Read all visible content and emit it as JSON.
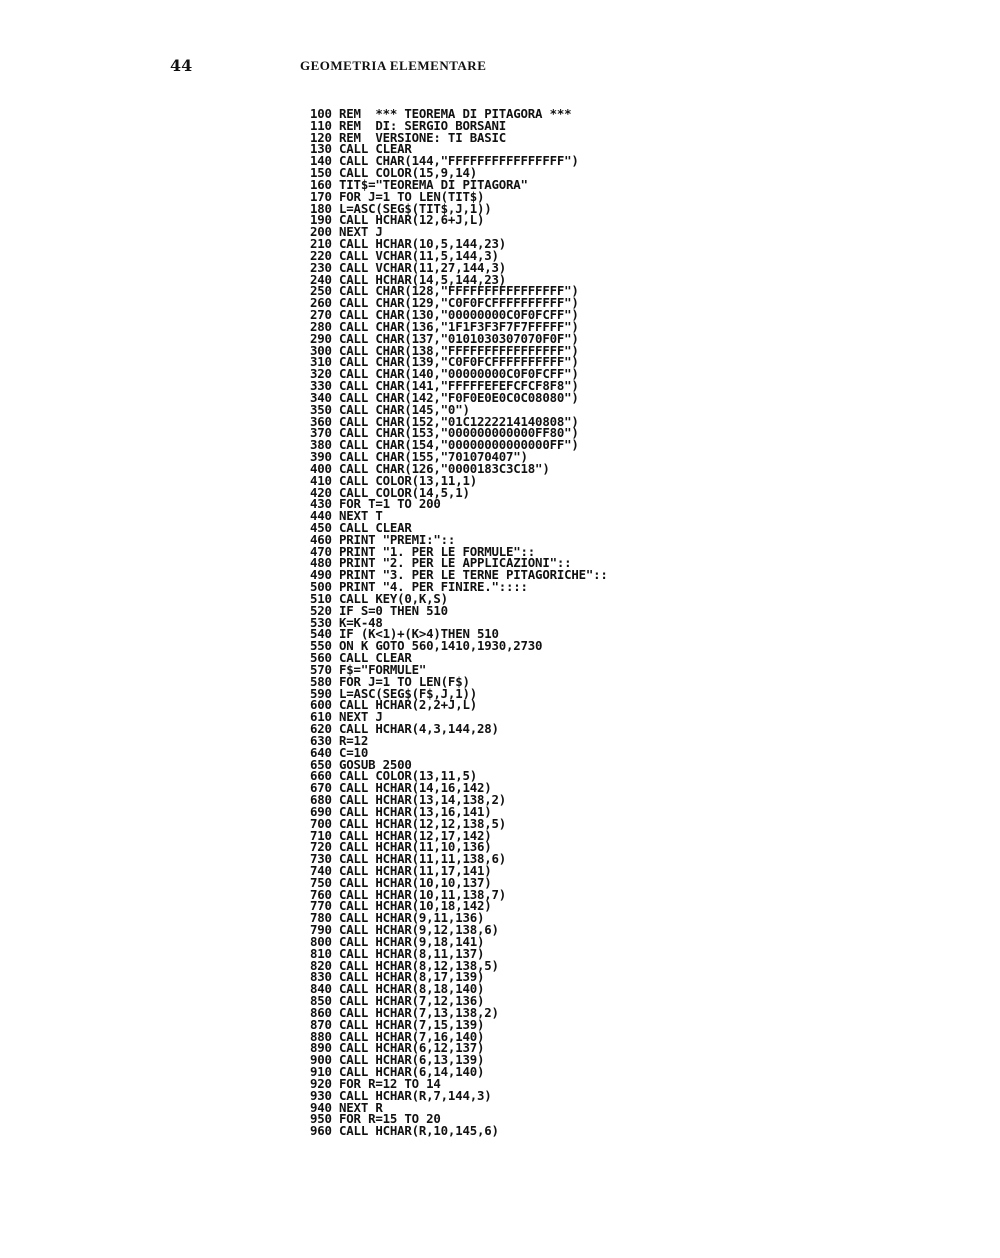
{
  "header": {
    "page_number": "44",
    "running_title": "GEOMETRIA ELEMENTARE"
  },
  "listing": [
    "100 REM  *** TEOREMA DI PITAGORA ***",
    "110 REM  DI: SERGIO BORSANI",
    "120 REM  VERSIONE: TI BASIC",
    "130 CALL CLEAR",
    "140 CALL CHAR(144,\"FFFFFFFFFFFFFFFF\")",
    "150 CALL COLOR(15,9,14)",
    "160 TIT$=\"TEOREMA DI PITAGORA\"",
    "170 FOR J=1 TO LEN(TIT$)",
    "180 L=ASC(SEG$(TIT$,J,1))",
    "190 CALL HCHAR(12,6+J,L)",
    "200 NEXT J",
    "210 CALL HCHAR(10,5,144,23)",
    "220 CALL VCHAR(11,5,144,3)",
    "230 CALL VCHAR(11,27,144,3)",
    "240 CALL HCHAR(14,5,144,23)",
    "250 CALL CHAR(128,\"FFFFFFFFFFFFFFFF\")",
    "260 CALL CHAR(129,\"C0F0FCFFFFFFFFFF\")",
    "270 CALL CHAR(130,\"00000000C0F0FCFF\")",
    "280 CALL CHAR(136,\"1F1F3F3F7F7FFFFF\")",
    "290 CALL CHAR(137,\"0101030307070F0F\")",
    "300 CALL CHAR(138,\"FFFFFFFFFFFFFFFF\")",
    "310 CALL CHAR(139,\"C0F0FCFFFFFFFFFF\")",
    "320 CALL CHAR(140,\"00000000C0F0FCFF\")",
    "330 CALL CHAR(141,\"FFFFFEFEFCFCF8F8\")",
    "340 CALL CHAR(142,\"F0F0E0E0C0C08080\")",
    "350 CALL CHAR(145,\"0\")",
    "360 CALL CHAR(152,\"01C1222214140808\")",
    "370 CALL CHAR(153,\"000000000000FF80\")",
    "380 CALL CHAR(154,\"00000000000000FF\")",
    "390 CALL CHAR(155,\"701070407\")",
    "400 CALL CHAR(126,\"0000183C3C18\")",
    "410 CALL COLOR(13,11,1)",
    "420 CALL COLOR(14,5,1)",
    "430 FOR T=1 TO 200",
    "440 NEXT T",
    "450 CALL CLEAR",
    "460 PRINT \"PREMI:\"::",
    "470 PRINT \"1. PER LE FORMULE\"::",
    "480 PRINT \"2. PER LE APPLICAZIONI\"::",
    "490 PRINT \"3. PER LE TERNE PITAGORICHE\"::",
    "500 PRINT \"4. PER FINIRE.\"::::",
    "510 CALL KEY(0,K,S)",
    "520 IF S=0 THEN 510",
    "530 K=K-48",
    "540 IF (K<1)+(K>4)THEN 510",
    "550 ON K GOTO 560,1410,1930,2730",
    "560 CALL CLEAR",
    "570 F$=\"FORMULE\"",
    "580 FOR J=1 TO LEN(F$)",
    "590 L=ASC(SEG$(F$,J,1))",
    "600 CALL HCHAR(2,2+J,L)",
    "610 NEXT J",
    "620 CALL HCHAR(4,3,144,28)",
    "630 R=12",
    "640 C=10",
    "650 GOSUB 2500",
    "660 CALL COLOR(13,11,5)",
    "670 CALL HCHAR(14,16,142)",
    "680 CALL HCHAR(13,14,138,2)",
    "690 CALL HCHAR(13,16,141)",
    "700 CALL HCHAR(12,12,138,5)",
    "710 CALL HCHAR(12,17,142)",
    "720 CALL HCHAR(11,10,136)",
    "730 CALL HCHAR(11,11,138,6)",
    "740 CALL HCHAR(11,17,141)",
    "750 CALL HCHAR(10,10,137)",
    "760 CALL HCHAR(10,11,138,7)",
    "770 CALL HCHAR(10,18,142)",
    "780 CALL HCHAR(9,11,136)",
    "790 CALL HCHAR(9,12,138,6)",
    "800 CALL HCHAR(9,18,141)",
    "810 CALL HCHAR(8,11,137)",
    "820 CALL HCHAR(8,12,138,5)",
    "830 CALL HCHAR(8,17,139)",
    "840 CALL HCHAR(8,18,140)",
    "850 CALL HCHAR(7,12,136)",
    "860 CALL HCHAR(7,13,138,2)",
    "870 CALL HCHAR(7,15,139)",
    "880 CALL HCHAR(7,16,140)",
    "890 CALL HCHAR(6,12,137)",
    "900 CALL HCHAR(6,13,139)",
    "910 CALL HCHAR(6,14,140)",
    "920 FOR R=12 TO 14",
    "930 CALL HCHAR(R,7,144,3)",
    "940 NEXT R",
    "950 FOR R=15 TO 20",
    "960 CALL HCHAR(R,10,145,6)"
  ]
}
